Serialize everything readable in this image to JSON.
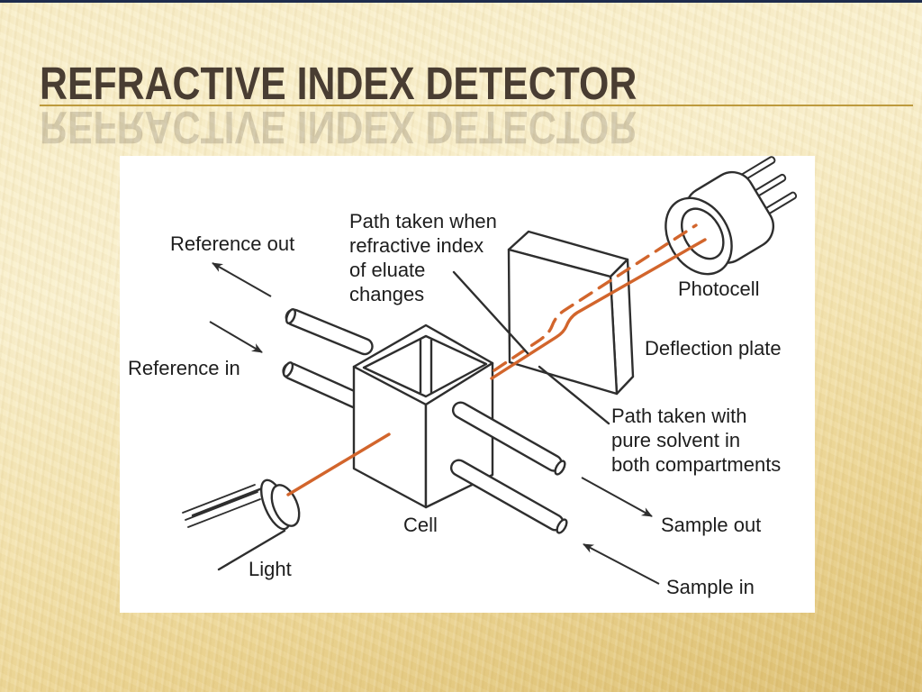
{
  "slide": {
    "title": "REFRACTIVE INDEX DETECTOR",
    "colors": {
      "background_top": "#faf0cc",
      "background_bottom": "#dfc377",
      "top_bar": "#1e2c4d",
      "title_text": "#493d32",
      "title_underline": "#bd9a3d",
      "panel": "#ffffff",
      "line_art": "#2e2e2e",
      "beam_orange": "#d2652c"
    }
  },
  "diagram": {
    "labels": {
      "reference_out": "Reference out",
      "reference_in": "Reference in",
      "path_when": {
        "lines": [
          "Path taken when",
          "refractive index",
          "of eluate",
          "changes"
        ]
      },
      "photocell": "Photocell",
      "deflection_plate": "Deflection plate",
      "path_with": {
        "lines": [
          "Path taken with",
          "pure solvent in",
          "both compartments"
        ]
      },
      "cell": "Cell",
      "light": "Light",
      "sample_out": "Sample out",
      "sample_in": "Sample in"
    }
  }
}
